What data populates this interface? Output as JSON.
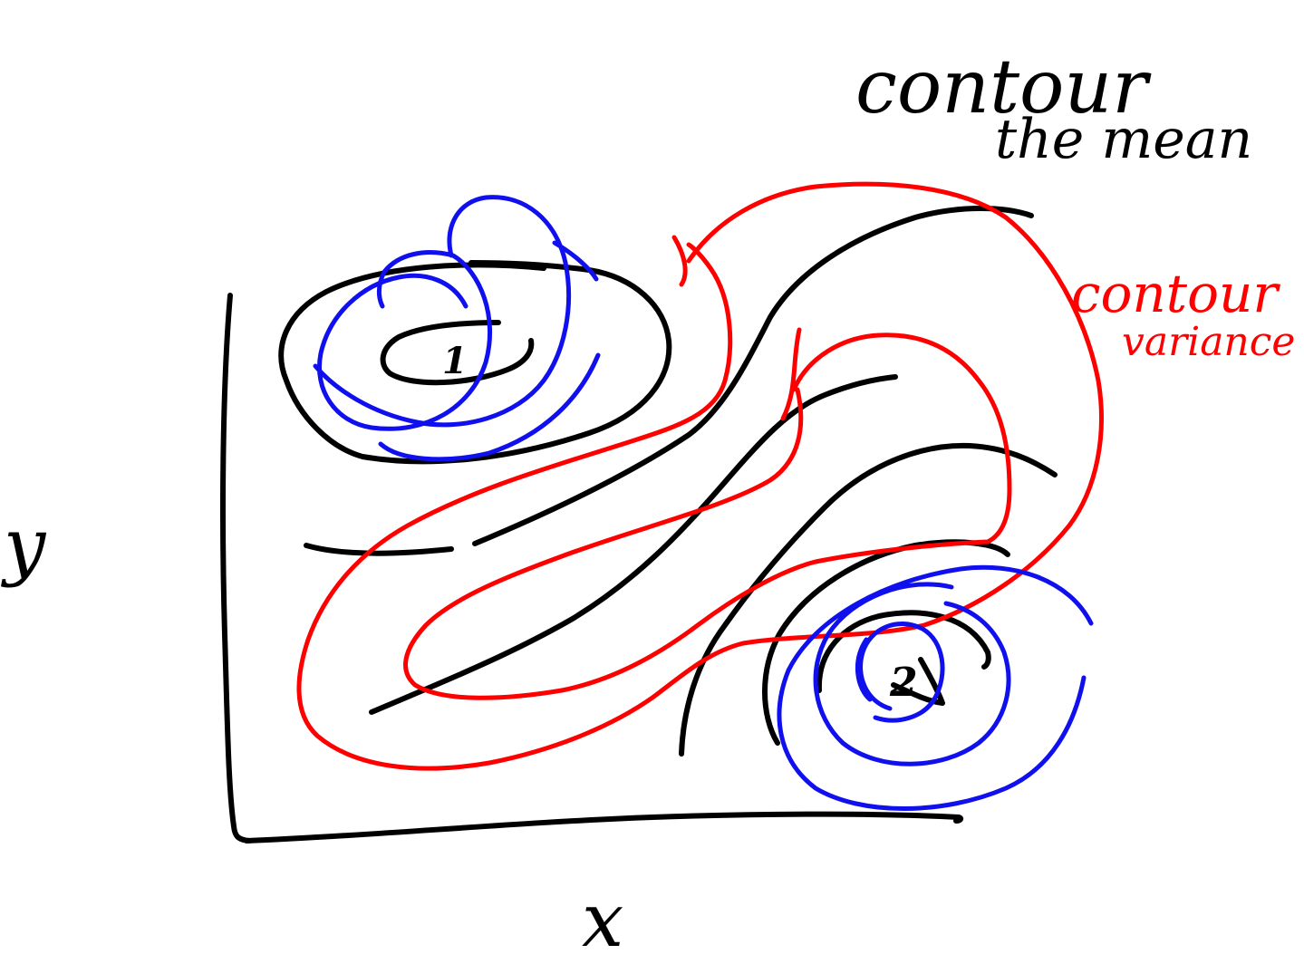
{
  "annotations": {
    "mean_line1": "contour",
    "mean_line2": "the mean",
    "var_line1": "contour",
    "var_line2": "variance"
  },
  "axes": {
    "x_label": "x",
    "y_label": "y"
  },
  "centers": {
    "first": "1",
    "second": "2"
  },
  "colors": {
    "mean": "#000000",
    "variance": "#ff0000",
    "centers": "#1010ee"
  }
}
